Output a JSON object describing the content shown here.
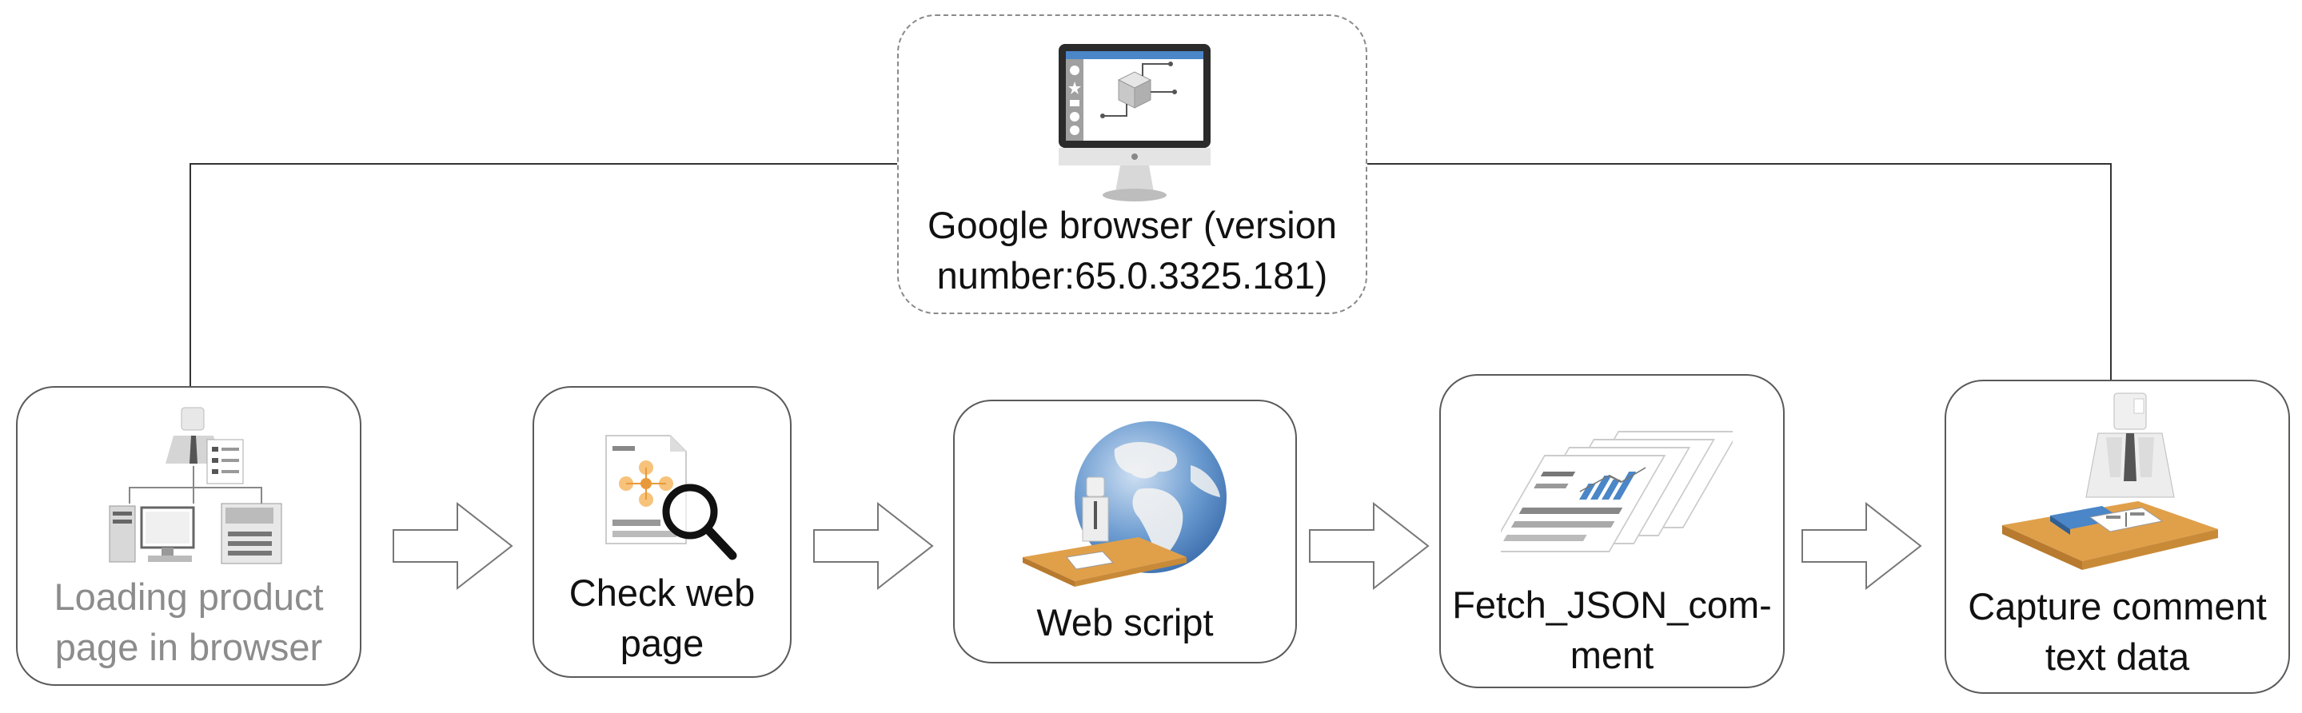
{
  "diagram": {
    "top_node": {
      "label": "Google browser (version\nnumber:65.0.3325.181)",
      "icon": "computer-monitor-icon"
    },
    "steps": [
      {
        "label": "Loading product\npage in browser",
        "icon": "network-devices-icon",
        "text_color": "#8c8c8c"
      },
      {
        "label": "Check web\npage",
        "icon": "webpage-magnifier-icon",
        "text_color": "#111111"
      },
      {
        "label": "Web script",
        "icon": "globe-desk-icon",
        "text_color": "#111111"
      },
      {
        "label": "Fetch_JSON_com-\nment",
        "icon": "documents-chart-icon",
        "text_color": "#111111"
      },
      {
        "label": "Capture comment\ntext data",
        "icon": "person-desk-icon",
        "text_color": "#111111"
      }
    ],
    "colors": {
      "border": "#5a5a5a",
      "accent_orange": "#f7c27a",
      "accent_blue": "#4a86c8",
      "desk": "#e0a04a"
    }
  }
}
